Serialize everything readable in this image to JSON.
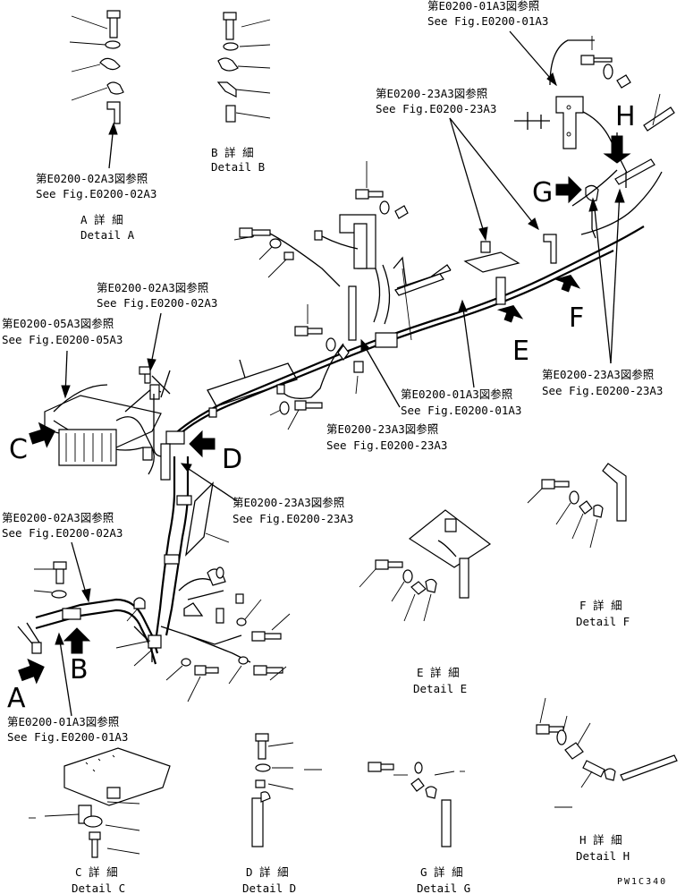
{
  "refs": {
    "r_e0101_top": [
      "第E0200-01A3図参照",
      "See Fig.E0200-01A3"
    ],
    "r_e0223_top": [
      "第E0200-23A3図参照",
      "See Fig.E0200-23A3"
    ],
    "r_e0202_a": [
      "第E0200-02A3図参照",
      "See Fig.E0200-02A3"
    ],
    "r_e0202_mid": [
      "第E0200-02A3図参照",
      "See Fig.E0200-02A3"
    ],
    "r_e0205": [
      "第E0200-05A3図参照",
      "See Fig.E0200-05A3"
    ],
    "r_e0101_mid": [
      "第E0200-01A3図参照",
      "See Fig.E0200-01A3"
    ],
    "r_e0223_f": [
      "第E0200-23A3図参照",
      "See Fig.E0200-23A3"
    ],
    "r_e0223_mid": [
      "第E0200-23A3図参照",
      "See Fig.E0200-23A3"
    ],
    "r_e0223_d": [
      "第E0200-23A3図参照",
      "See Fig.E0200-23A3"
    ],
    "r_e0202_b": [
      "第E0200-02A3図参照",
      "See Fig.E0200-02A3"
    ],
    "r_e0101_b": [
      "第E0200-01A3図参照",
      "See Fig.E0200-01A3"
    ]
  },
  "details": {
    "a": [
      "A 詳 細",
      "Detail A"
    ],
    "b": [
      "B 詳 細",
      "Detail B"
    ],
    "c": [
      "C 詳 細",
      "Detail C"
    ],
    "d": [
      "D 詳 細",
      "Detail D"
    ],
    "e": [
      "E 詳 細",
      "Detail E"
    ],
    "f": [
      "F 詳 細",
      "Detail F"
    ],
    "g": [
      "G 詳 細",
      "Detail G"
    ],
    "h": [
      "H 詳 細",
      "Detail H"
    ]
  },
  "view_letters": {
    "a": "A",
    "b": "B",
    "c": "C",
    "d": "D",
    "e": "E",
    "f": "F",
    "g": "G",
    "h": "H"
  },
  "drawing_code": "PW1C340"
}
